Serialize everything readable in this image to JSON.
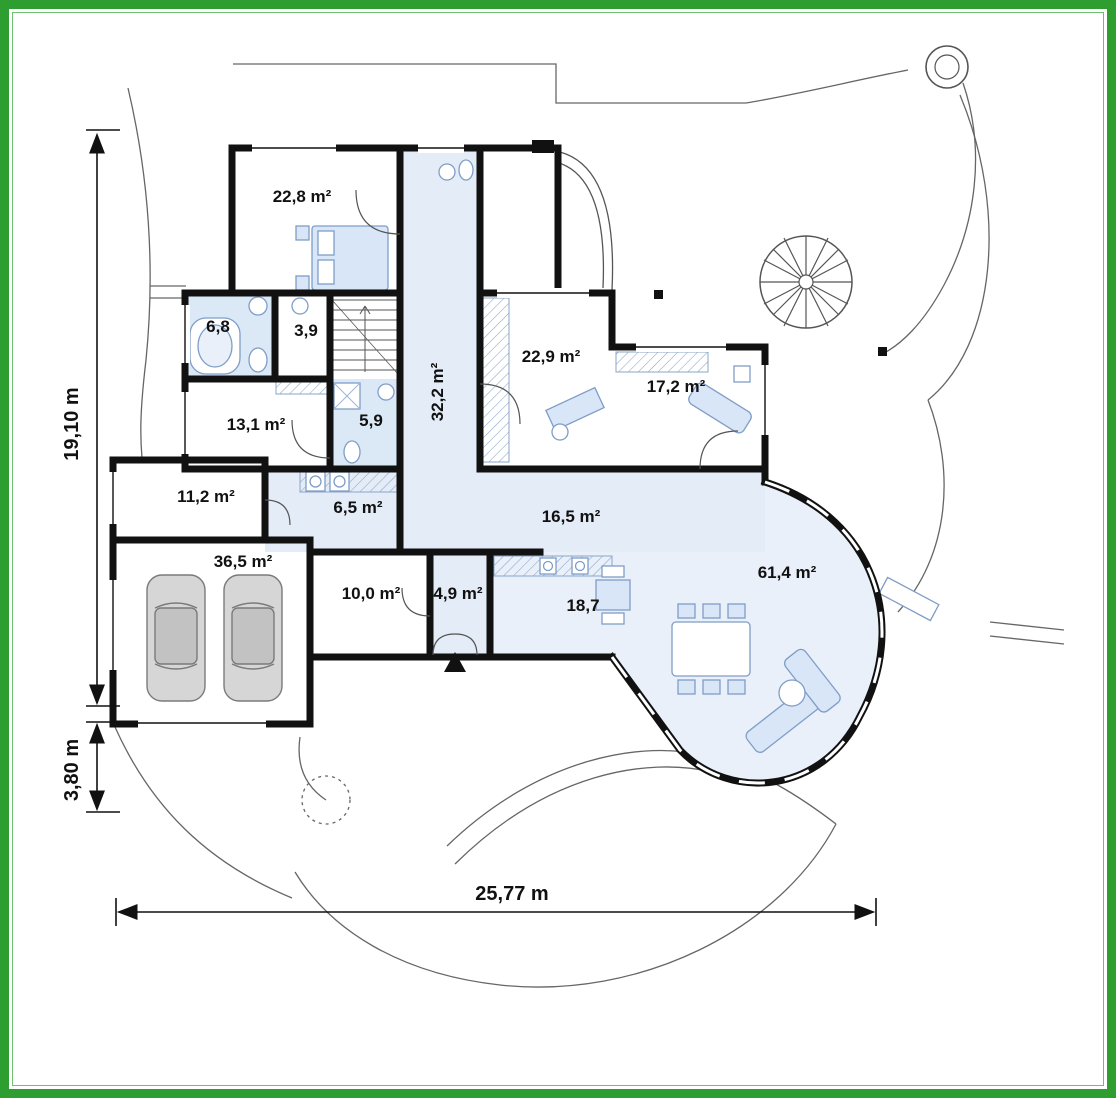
{
  "plan": {
    "title": "house-ground-floor-plan",
    "accent_colors": {
      "frame_green": "#2f9e30",
      "furniture_blue": "#d9e6f7",
      "wall_black": "#111111"
    },
    "rooms": [
      {
        "id": "bedroom",
        "label": "22,8 m²"
      },
      {
        "id": "bathroom-1",
        "label": "6,8"
      },
      {
        "id": "closet",
        "label": "3,9"
      },
      {
        "id": "room-13",
        "label": "13,1 m²"
      },
      {
        "id": "bathroom-2",
        "label": "5,9"
      },
      {
        "id": "corridor",
        "label": "32,2 m²"
      },
      {
        "id": "room-229",
        "label": "22,9 m²"
      },
      {
        "id": "office",
        "label": "17,2 m²"
      },
      {
        "id": "hall-112",
        "label": "11,2 m²"
      },
      {
        "id": "utility",
        "label": "6,5 m²"
      },
      {
        "id": "hall-165",
        "label": "16,5 m²"
      },
      {
        "id": "garage",
        "label": "36,5 m²"
      },
      {
        "id": "room-100",
        "label": "10,0 m²"
      },
      {
        "id": "entry",
        "label": "4,9 m²"
      },
      {
        "id": "kitchen",
        "label": "18,7"
      },
      {
        "id": "living",
        "label": "61,4 m²"
      }
    ],
    "dimensions": {
      "height": "19,10 m",
      "height_small": "3,80 m",
      "width": "25,77 m"
    }
  }
}
